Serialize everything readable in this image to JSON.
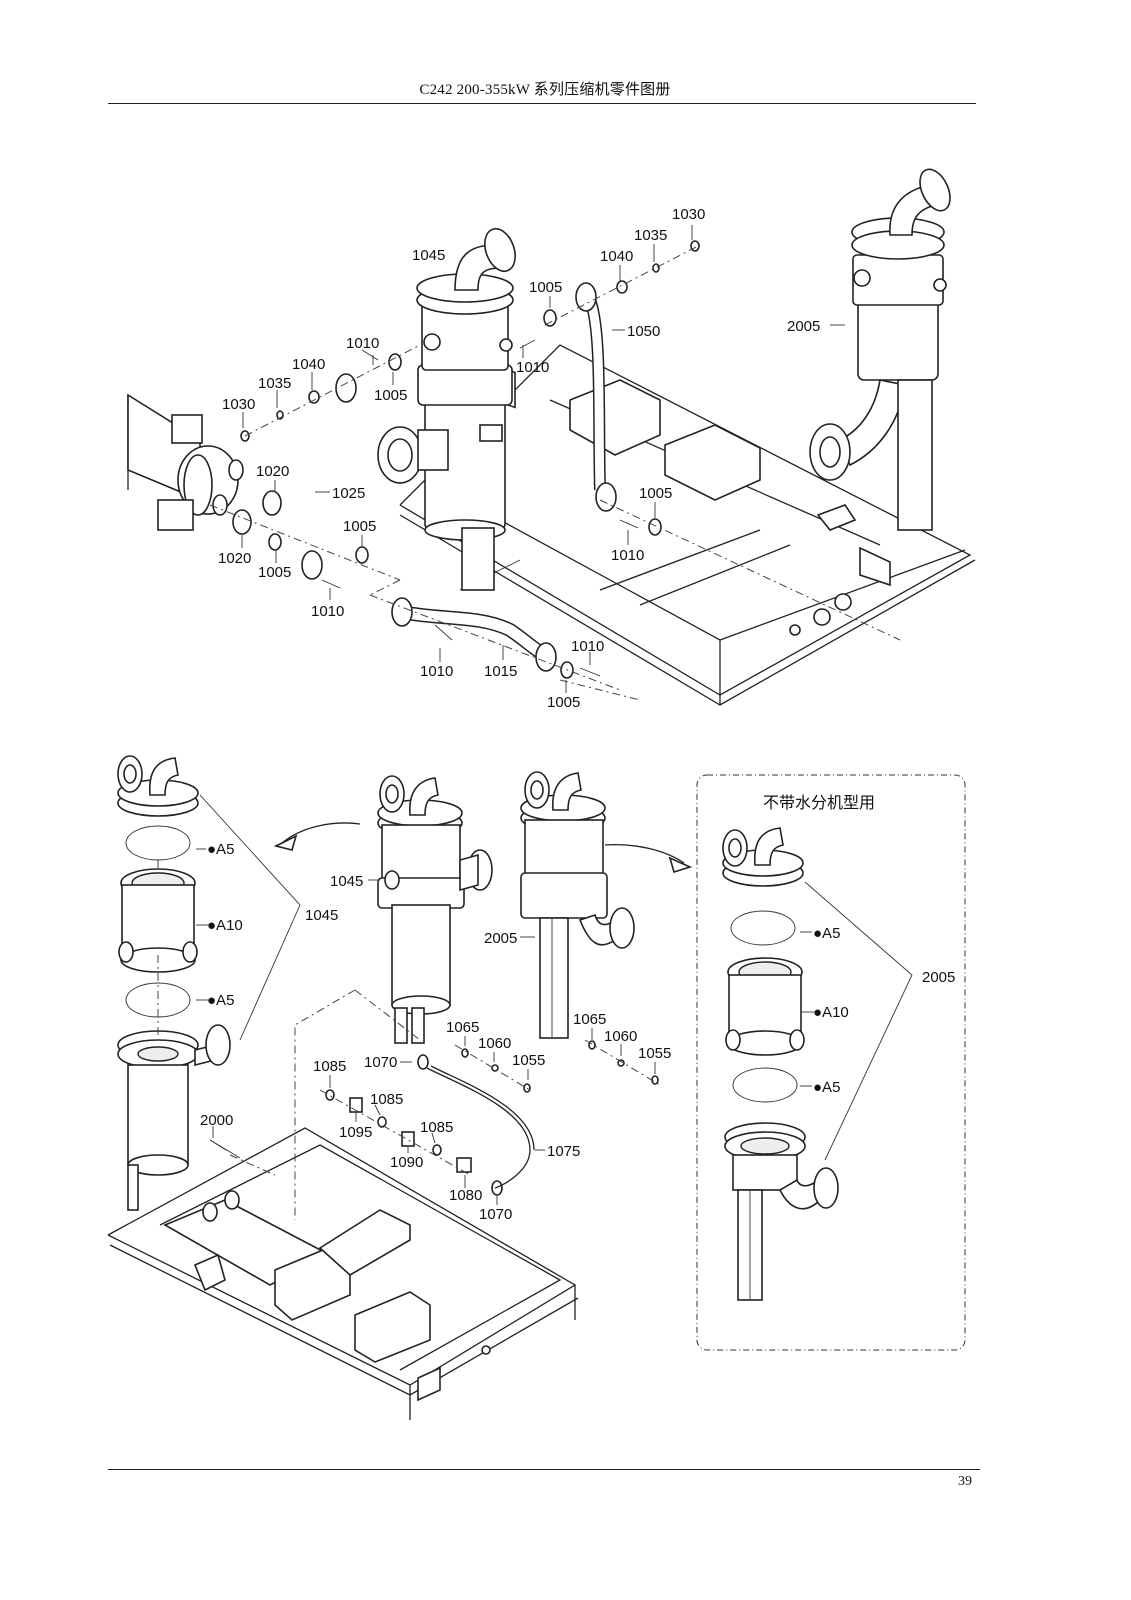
{
  "header": {
    "title": "C242 200-355kW 系列压缩机零件图册"
  },
  "page_number": "39",
  "note_box": {
    "title": "不带水分机型用"
  },
  "top_labels": {
    "l1030a": "1030",
    "l1035a": "1035",
    "l1040a": "1040",
    "l1045": "1045",
    "l1005a": "1005",
    "l1050": "1050",
    "l2005": "2005",
    "l1010a": "1010",
    "l1040b": "1040",
    "l1035b": "1035",
    "l1030b": "1030",
    "l1005b": "1005",
    "l1010b": "1010",
    "l1020a": "1020",
    "l1025": "1025",
    "l1005c": "1005",
    "l1020b": "1020",
    "l1005d": "1005",
    "l1010c": "1010",
    "l1005e": "1005",
    "l1010d": "1010",
    "l1010e": "1010",
    "l1015": "1015",
    "l1010f": "1010",
    "l1005f": "1005"
  },
  "bottom_labels": {
    "a5a": "●A5",
    "a10a": "●A10",
    "a5b": "●A5",
    "l1045a": "1045",
    "l1045b": "1045",
    "l2005a": "2005",
    "l2000": "2000",
    "l1065a": "1065",
    "l1060a": "1060",
    "l1055a": "1055",
    "l1065b": "1065",
    "l1060b": "1060",
    "l1055b": "1055",
    "l1070a": "1070",
    "l1085a": "1085",
    "l1085b": "1085",
    "l1095": "1095",
    "l1085c": "1085",
    "l1090": "1090",
    "l1075": "1075",
    "l1080": "1080",
    "l1070b": "1070",
    "a5c": "●A5",
    "a10b": "●A10",
    "a5d": "●A5",
    "l2005b": "2005"
  }
}
